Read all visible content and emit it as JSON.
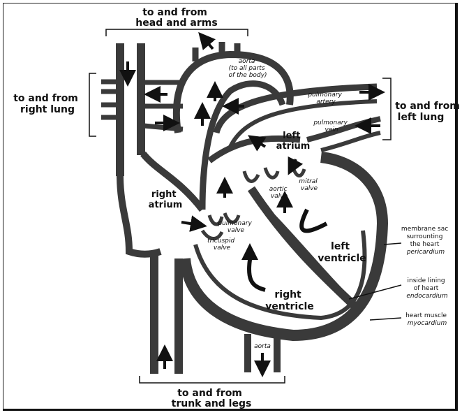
{
  "labels": {
    "head_arms": [
      "to and from",
      "head and arms"
    ],
    "right_lung": [
      "to and from",
      "right lung"
    ],
    "left_lung": [
      "to and from",
      "left lung"
    ],
    "trunk_legs": [
      "to and from",
      "trunk and legs"
    ],
    "aorta_top": [
      "aorta",
      "(to all parts",
      "of the body)"
    ],
    "pulmonary_artery": [
      "pulmonary",
      "artery"
    ],
    "pulmonary_vein": [
      "pulmonary",
      "vein"
    ],
    "left_atrium": [
      "left",
      "atrium"
    ],
    "right_atrium": [
      "right",
      "atrium"
    ],
    "aortic_valve": [
      "aortic",
      "valve"
    ],
    "mitral_valve": [
      "mitral",
      "valve"
    ],
    "pulmonary_valve": [
      "pulmonary",
      "valve"
    ],
    "tricuspid_valve": [
      "tricuspid",
      "valve"
    ],
    "left_ventricle": [
      "left",
      "ventricle"
    ],
    "right_ventricle": [
      "right",
      "ventricle"
    ],
    "aorta_bottom": "aorta",
    "pericardium": [
      "membrane sac",
      "surrounting",
      "the heart",
      "pericardium"
    ],
    "endocardium": [
      "inside lining",
      "of heart",
      "endocardium"
    ],
    "myocardium": [
      "heart muscle",
      "myocardium"
    ]
  },
  "colors": {
    "ink": "#111111",
    "wall": "#3a3a3a",
    "chamber": "#ffffff"
  }
}
